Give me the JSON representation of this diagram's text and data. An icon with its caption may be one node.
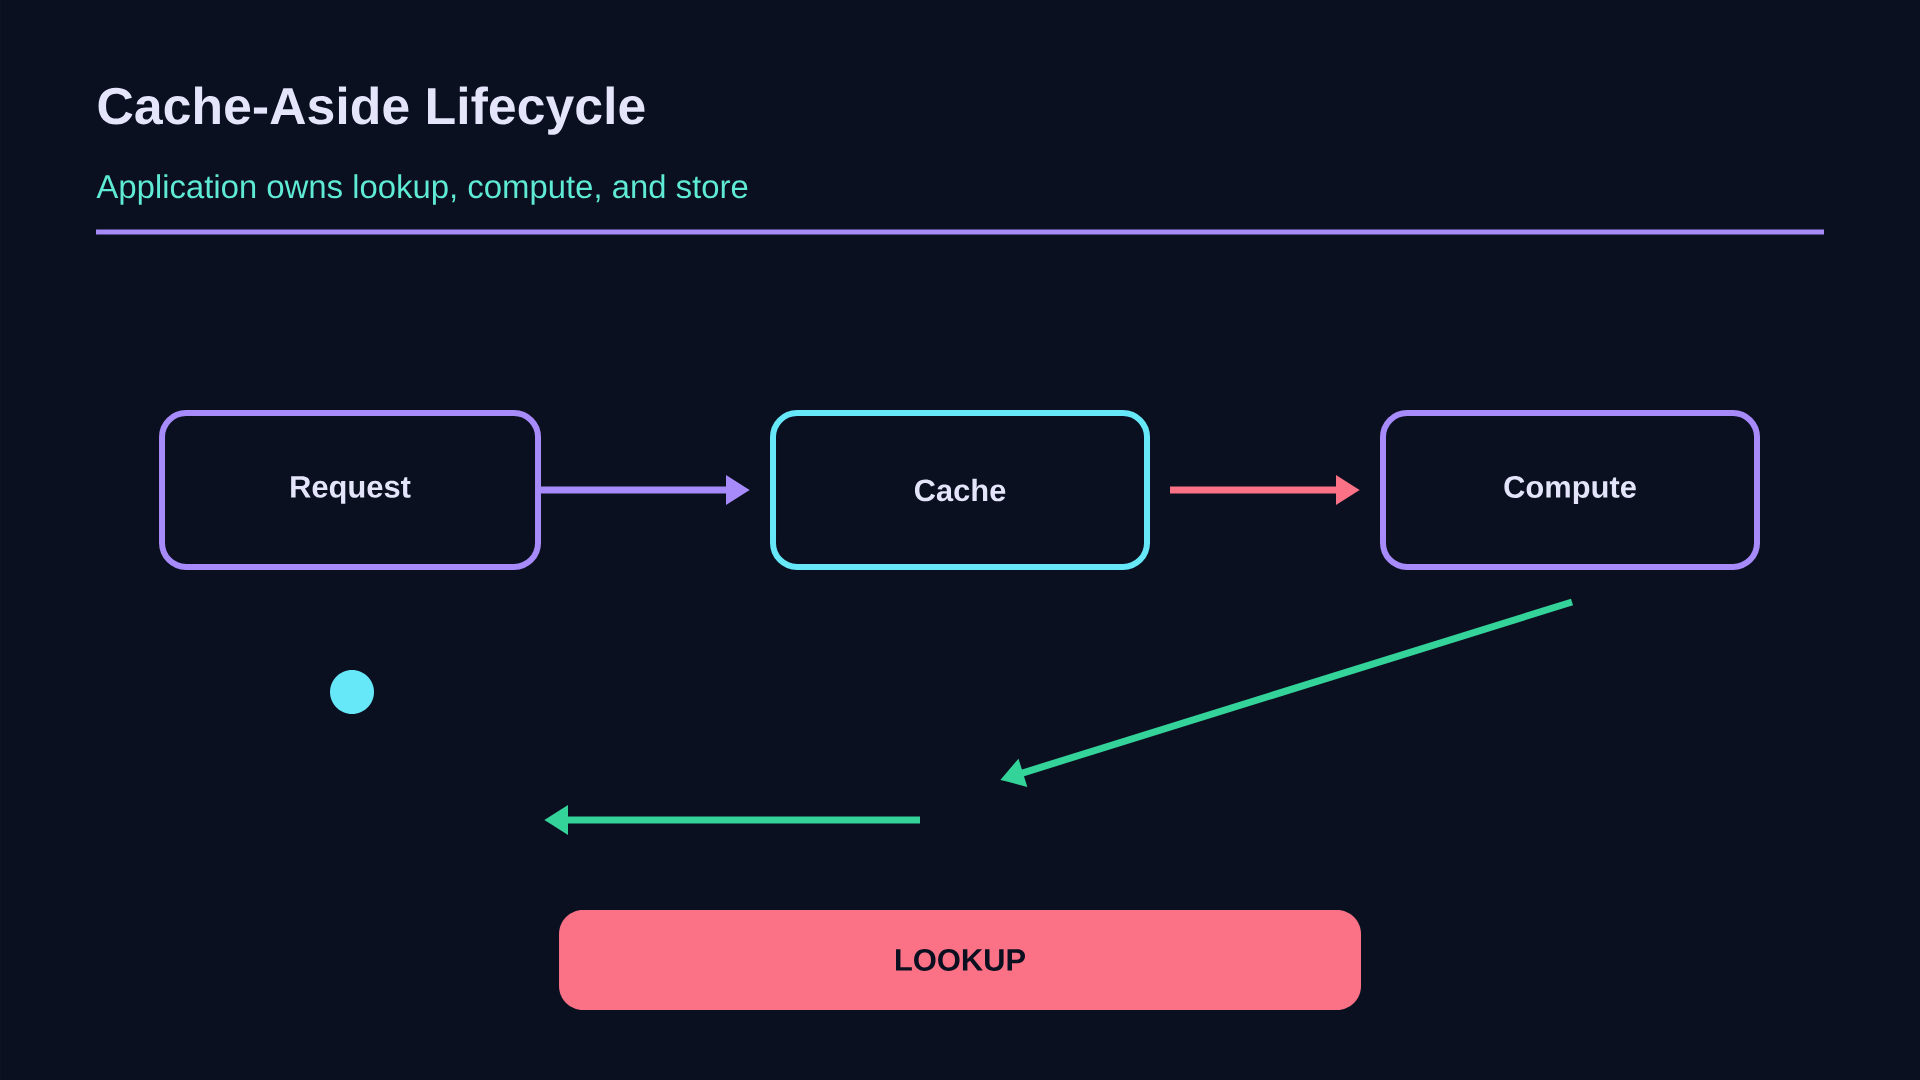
{
  "diagram": {
    "title": "Cache-Aside Lifecycle",
    "caption": "Application owns lookup, compute, and store",
    "nodes": [
      {
        "text": [
          "Request"
        ]
      },
      {
        "text": [
          "Cache"
        ]
      },
      {
        "text": [
          "Compute"
        ]
      },
      {
        "text": [],
        "shape": "circle"
      },
      {
        "text": [
          "LOOKUP"
        ]
      }
    ],
    "edges": [
      {
        "from": 0,
        "to": 1,
        "arrow": "to",
        "color": "#a78bfa"
      },
      {
        "from": 1,
        "to": 2,
        "arrow": "to",
        "color": "#fb7185"
      },
      {
        "from": 2,
        "to": null,
        "arrow": "to",
        "color": "#34d399"
      }
    ]
  }
}
